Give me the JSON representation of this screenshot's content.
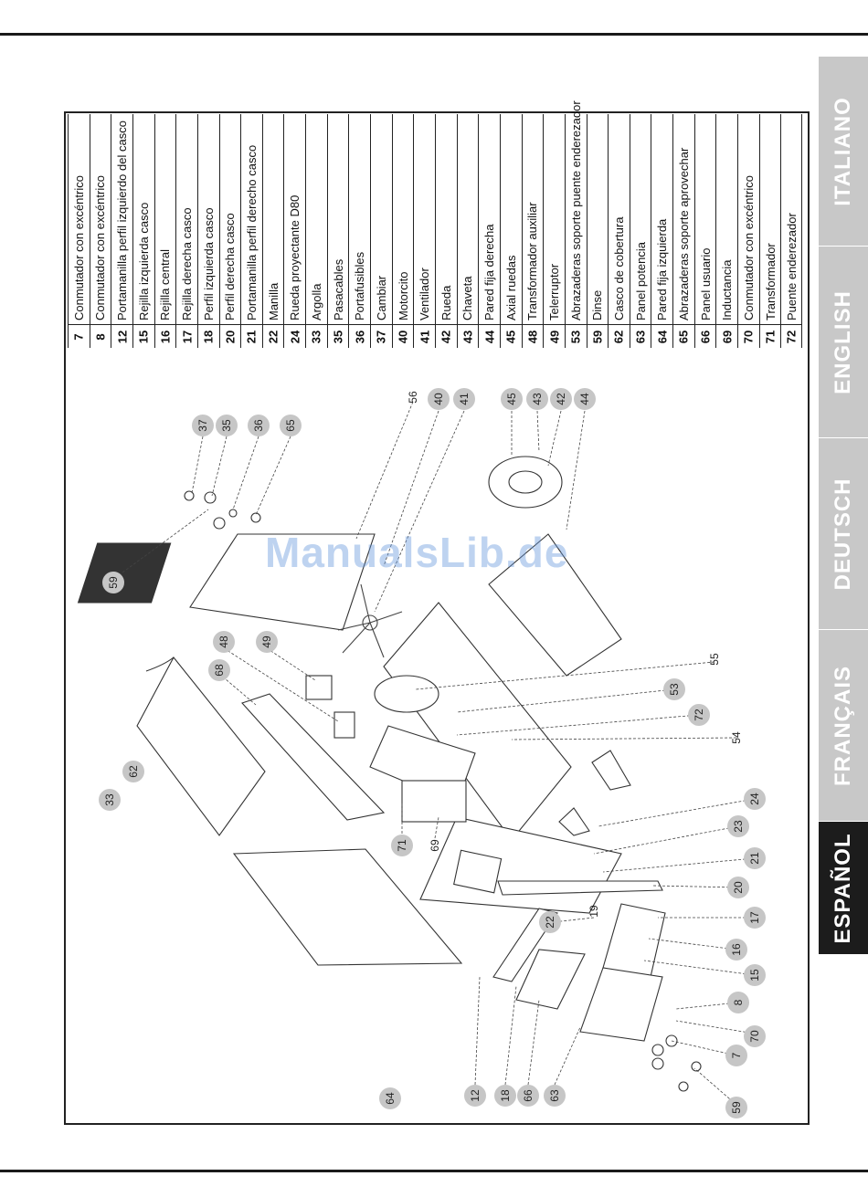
{
  "tabs": [
    {
      "label": "ITALIANO",
      "active": false
    },
    {
      "label": "ENGLISH",
      "active": false
    },
    {
      "label": "DEUTSCH",
      "active": false
    },
    {
      "label": "FRANÇAIS",
      "active": false
    },
    {
      "label": "ESPAÑOL",
      "active": true
    }
  ],
  "parts": [
    {
      "num": "7",
      "desc": "Conmutador con excéntrico"
    },
    {
      "num": "8",
      "desc": "Conmutador con excéntrico"
    },
    {
      "num": "12",
      "desc": "Portamanilla perfil izquierdo del casco"
    },
    {
      "num": "15",
      "desc": "Rejilla izquierda casco"
    },
    {
      "num": "16",
      "desc": "Rejilla central"
    },
    {
      "num": "17",
      "desc": "Rejilla derecha casco"
    },
    {
      "num": "18",
      "desc": "Perfil izquierda casco"
    },
    {
      "num": "20",
      "desc": "Perfil derecha casco"
    },
    {
      "num": "21",
      "desc": "Portamanilla perfil derecho casco"
    },
    {
      "num": "22",
      "desc": "Manilla"
    },
    {
      "num": "24",
      "desc": "Rueda proyectante D80"
    },
    {
      "num": "33",
      "desc": "Argolla"
    },
    {
      "num": "35",
      "desc": "Pasacables"
    },
    {
      "num": "36",
      "desc": "Portafusibles"
    },
    {
      "num": "37",
      "desc": "Cambiar"
    },
    {
      "num": "40",
      "desc": "Motorcito"
    },
    {
      "num": "41",
      "desc": "Ventilador"
    },
    {
      "num": "42",
      "desc": "Rueda"
    },
    {
      "num": "43",
      "desc": "Chaveta"
    },
    {
      "num": "44",
      "desc": "Pared fija derecha"
    },
    {
      "num": "45",
      "desc": "Axial ruedas"
    },
    {
      "num": "48",
      "desc": "Transformador auxiliar"
    },
    {
      "num": "49",
      "desc": "Telerruptor"
    },
    {
      "num": "53",
      "desc": "Abrazaderas soporte puente enderezador"
    },
    {
      "num": "59",
      "desc": "Dinse"
    },
    {
      "num": "62",
      "desc": "Casco de cobertura"
    },
    {
      "num": "63",
      "desc": "Panel potencia"
    },
    {
      "num": "64",
      "desc": "Pared fija izquierda"
    },
    {
      "num": "65",
      "desc": "Abrazaderas soporte aprovechar"
    },
    {
      "num": "66",
      "desc": "Panel usuario"
    },
    {
      "num": "69",
      "desc": "Inductancia"
    },
    {
      "num": "70",
      "desc": "Conmutador con excéntrico"
    },
    {
      "num": "71",
      "desc": "Transformador"
    },
    {
      "num": "72",
      "desc": "Puente enderezador"
    }
  ],
  "callouts": [
    "37",
    "35",
    "36",
    "65",
    "59",
    "56",
    "40",
    "41",
    "45",
    "43",
    "42",
    "44",
    "48",
    "49",
    "68",
    "62",
    "33",
    "55",
    "53",
    "72",
    "54",
    "24",
    "71",
    "69",
    "23",
    "21",
    "20",
    "19",
    "22",
    "17",
    "16",
    "15",
    "8",
    "70",
    "7",
    "59",
    "64",
    "12",
    "18",
    "66",
    "63"
  ],
  "watermark": "ManualsLib.de",
  "colors": {
    "tab_inactive": "#c8c8c8",
    "tab_active": "#1c1c1c",
    "callout_fill": "#c6c6c6"
  }
}
